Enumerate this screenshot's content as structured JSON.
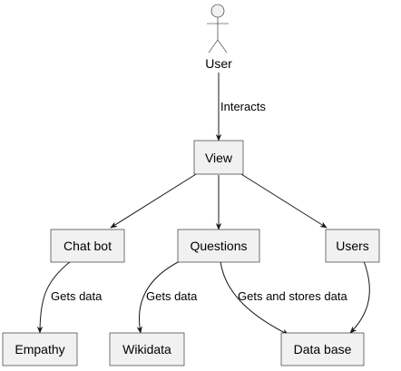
{
  "actor": {
    "label": "User",
    "icon": "stick-figure-icon"
  },
  "nodes": {
    "view": "View",
    "chatbot": "Chat bot",
    "questions": "Questions",
    "users": "Users",
    "empathy": "Empathy",
    "wikidata": "Wikidata",
    "database": "Data base"
  },
  "edges": {
    "user_view": "Interacts",
    "chatbot_empathy": "Gets data",
    "questions_wikidata": "Gets data",
    "questions_database": "Gets and stores data"
  },
  "colors": {
    "node_fill": "#f1f1f1",
    "stroke": "#181818"
  }
}
